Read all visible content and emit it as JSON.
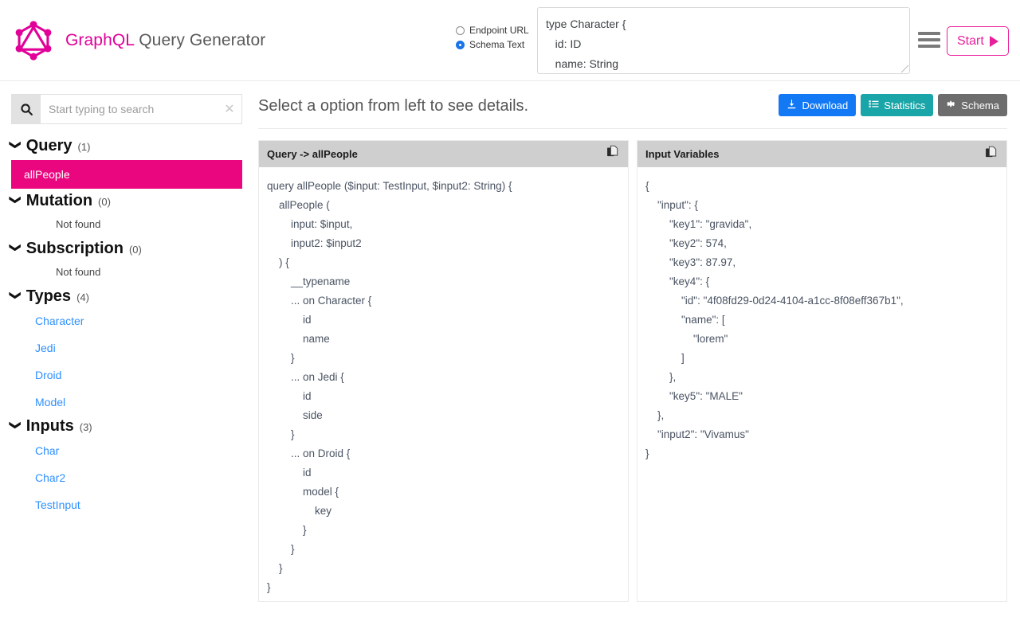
{
  "header": {
    "brand_accent": "GraphQL",
    "brand_rest": " Query Generator",
    "logo_icon": "graphql-logo-icon",
    "radio_options": [
      {
        "label": "Endpoint URL",
        "checked": false
      },
      {
        "label": "Schema Text",
        "checked": true
      }
    ],
    "schema_text": "type Character {\n   id: ID\n   name: String",
    "menu_icon": "hamburger-menu-icon",
    "start_label": "Start",
    "start_icon": "play-icon",
    "accent_color": "#e10098",
    "start_border_color": "#e91e9b"
  },
  "sidebar": {
    "search": {
      "icon": "search-icon",
      "placeholder": "Start typing to search",
      "value": "",
      "clear_icon": "close-icon"
    },
    "groups": [
      {
        "name": "Query",
        "count": "(1)",
        "chevron": "chevron-down-icon",
        "items": [
          {
            "label": "allPeople",
            "selected": true
          }
        ],
        "empty_label": ""
      },
      {
        "name": "Mutation",
        "count": "(0)",
        "chevron": "chevron-down-icon",
        "items": [],
        "empty_label": "Not found"
      },
      {
        "name": "Subscription",
        "count": "(0)",
        "chevron": "chevron-down-icon",
        "items": [],
        "empty_label": "Not found"
      },
      {
        "name": "Types",
        "count": "(4)",
        "chevron": "chevron-down-icon",
        "items": [
          {
            "label": "Character",
            "selected": false
          },
          {
            "label": "Jedi",
            "selected": false
          },
          {
            "label": "Droid",
            "selected": false
          },
          {
            "label": "Model",
            "selected": false
          }
        ],
        "empty_label": ""
      },
      {
        "name": "Inputs",
        "count": "(3)",
        "chevron": "chevron-down-icon",
        "items": [
          {
            "label": "Char",
            "selected": false
          },
          {
            "label": "Char2",
            "selected": false
          },
          {
            "label": "TestInput",
            "selected": false
          }
        ],
        "empty_label": ""
      }
    ],
    "selected_color": "#e9067f",
    "link_color": "#2e8fff"
  },
  "main": {
    "title": "Select a option from left to see details.",
    "actions": [
      {
        "label": "Download",
        "icon": "download-icon",
        "color": "#1278f3"
      },
      {
        "label": "Statistics",
        "icon": "list-icon",
        "color": "#1aa5a8"
      },
      {
        "label": "Schema",
        "icon": "gear-icon",
        "color": "#6d6d6d"
      }
    ],
    "query_panel": {
      "title": "Query -> allPeople",
      "copy_icon": "copy-icon",
      "code": "query allPeople ($input: TestInput, $input2: String) {\n    allPeople (\n        input: $input,\n        input2: $input2\n    ) {\n        __typename\n        ... on Character {\n            id\n            name\n        }\n        ... on Jedi {\n            id\n            side\n        }\n        ... on Droid {\n            id\n            model {\n                key\n            }\n        }\n    }\n}"
    },
    "variables_panel": {
      "title": "Input Variables",
      "copy_icon": "copy-icon",
      "code": "{\n    \"input\": {\n        \"key1\": \"gravida\",\n        \"key2\": 574,\n        \"key3\": 87.97,\n        \"key4\": {\n            \"id\": \"4f08fd29-0d24-4104-a1cc-8f08eff367b1\",\n            \"name\": [\n                \"lorem\"\n            ]\n        },\n        \"key5\": \"MALE\"\n    },\n    \"input2\": \"Vivamus\"\n}"
    }
  }
}
